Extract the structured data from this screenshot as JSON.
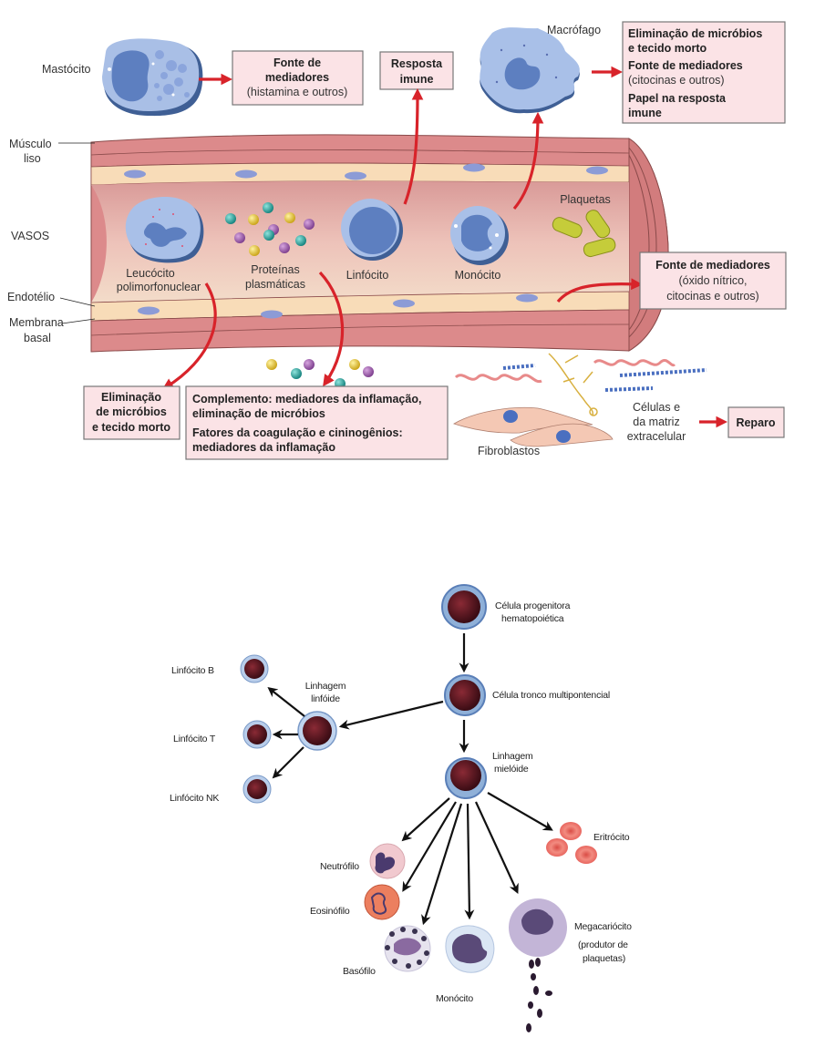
{
  "inflammation_diagram": {
    "cells": {
      "mast_cell": "Mastócito",
      "macrophage": "Macrófago",
      "pmn_leukocyte": [
        "Leucócito",
        "polimorfonuclear"
      ],
      "plasma_proteins": [
        "Proteínas",
        "plasmáticas"
      ],
      "lymphocyte": "Linfócito",
      "monocyte": "Monócito",
      "platelets": "Plaquetas",
      "fibroblasts": "Fibroblastos",
      "ecm_cells": [
        "Células e",
        "da matriz",
        "extracelular"
      ]
    },
    "vessel_labels": {
      "smooth_muscle": [
        "Músculo",
        "liso"
      ],
      "vessels": "VASOS",
      "endothelium": "Endotélio",
      "basement_membrane": [
        "Membrana",
        "basal"
      ]
    },
    "boxes": {
      "mast_mediators": {
        "bold": [
          "Fonte de",
          "mediadores"
        ],
        "normal": [
          "(histamina e outros)"
        ]
      },
      "immune_response": {
        "bold": [
          "Resposta",
          "imune"
        ]
      },
      "macrophage_roles": {
        "line1": "Eliminação de micróbios",
        "line2": "e tecido morto",
        "line3": "Fonte de mediadores",
        "line4": "(citocinas e outros)",
        "line5": "Papel na resposta",
        "line6": "imune"
      },
      "endothelial_mediators": {
        "bold": "Fonte de mediadores",
        "normal": [
          "(óxido nítrico,",
          "citocinas e outros)"
        ]
      },
      "pmn_roles": [
        "Eliminação",
        "de micróbios",
        "e tecido morto"
      ],
      "protein_roles": [
        "Complemento: mediadores da inflamação,",
        "eliminação de micróbios",
        "Fatores da coagulação e cininogênios:",
        "mediadores da inflamação"
      ],
      "repair": "Reparo"
    }
  },
  "hematopoiesis_diagram": {
    "progenitor": [
      "Célula progenitora",
      "hematopoiética"
    ],
    "multipotent_stem": "Célula tronco multipontencial",
    "lymphoid_lineage": [
      "Linhagem",
      "linfóide"
    ],
    "myeloid_lineage": [
      "Linhagem",
      "mielóide"
    ],
    "b_lymphocyte": "Linfócito B",
    "t_lymphocyte": "Linfócito T",
    "nk_lymphocyte": "Linfócito NK",
    "neutrophil": "Neutrófilo",
    "eosinophil": "Eosinófilo",
    "basophil": "Basófilo",
    "monocyte": "Monócito",
    "megakaryocyte": "Megacariócito",
    "megakaryocyte_note": [
      "(produtor de",
      "plaquetas)"
    ],
    "erythrocyte": "Eritrócito"
  }
}
